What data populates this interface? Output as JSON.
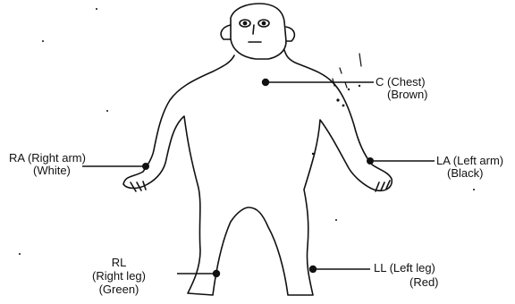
{
  "electrodes": {
    "chest": {
      "line1": "C (Chest)",
      "line2": "(Brown)"
    },
    "right_arm": {
      "line1": "RA (Right arm)",
      "line2": "(White)"
    },
    "left_arm": {
      "line1": "LA (Left arm)",
      "line2": "(Black)"
    },
    "right_leg": {
      "line1": "RL",
      "line2": "(Right leg)",
      "line3": "(Green)"
    },
    "left_leg": {
      "line1": "LL (Left leg)",
      "line2": "(Red)"
    }
  }
}
